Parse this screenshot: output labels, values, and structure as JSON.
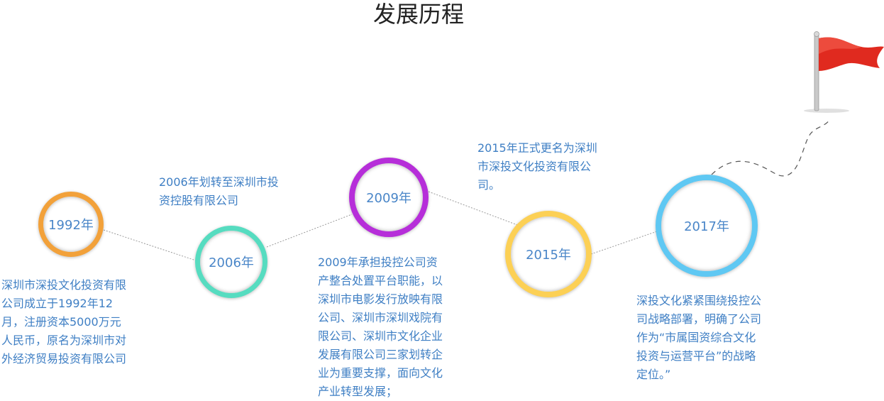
{
  "title": "发展历程",
  "milestones": [
    {
      "year": "1992年",
      "color": "#f2a13a",
      "lines": [
        "深圳市深投文化投资有限",
        "公司成立于1992年12",
        "月，注册资本5000万元",
        "人民币，原名为深圳市对",
        "外经济贸易投资有限公司"
      ]
    },
    {
      "year": "2006年",
      "color": "#56dcc0",
      "lines": [
        "2006年划转至深圳市投",
        "资控股有限公司"
      ]
    },
    {
      "year": "2009年",
      "color": "#b62ed9",
      "lines": [
        "2009年承担投控公司资",
        "产整合处置平台职能，以",
        "深圳市电影发行放映有限",
        "公司、深圳市深圳戏院有",
        "限公司、深圳市文化企业",
        "发展有限公司三家划转企",
        "业为重要支撑，面向文化",
        "产业转型发展；"
      ]
    },
    {
      "year": "2015年",
      "color": "#fcd055",
      "lines": [
        "2015年正式更名为深圳",
        "市深投文化投资有限公",
        "司。"
      ]
    },
    {
      "year": "2017年",
      "color": "#5fc8f3",
      "lines": [
        "深投文化紧紧围绕投控公",
        "司战略部署，明确了公司",
        "作为“市属国资综合文化",
        "投资与运营平台”的战略",
        "定位。”"
      ]
    }
  ],
  "icons": {
    "flag": "red-flag-icon"
  }
}
